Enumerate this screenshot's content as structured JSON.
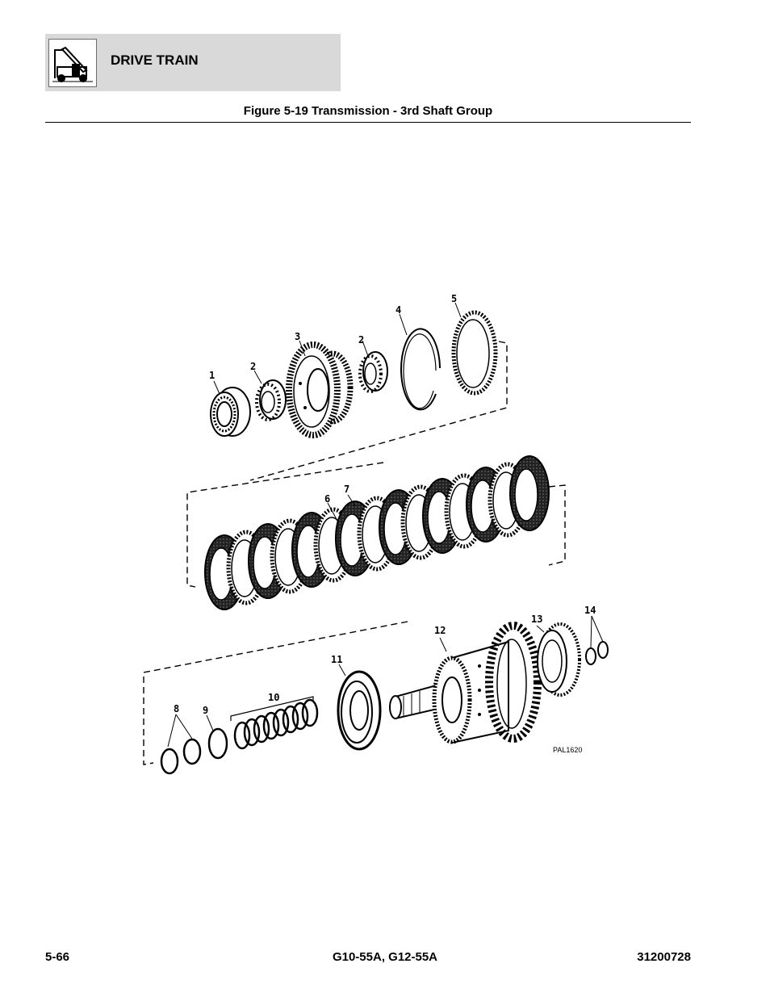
{
  "header": {
    "section_title": "DRIVE TRAIN",
    "logo_icon": "forklift-telehandler-icon"
  },
  "figure": {
    "title": "Figure 5-19 Transmission - 3rd Shaft Group",
    "reference": "PAL1620",
    "callouts": [
      "1",
      "2",
      "3",
      "2",
      "4",
      "5",
      "6",
      "7",
      "8",
      "9",
      "10",
      "11",
      "12",
      "13",
      "14"
    ]
  },
  "footer": {
    "page": "5-66",
    "models": "G10-55A, G12-55A",
    "doc_number": "31200728"
  }
}
